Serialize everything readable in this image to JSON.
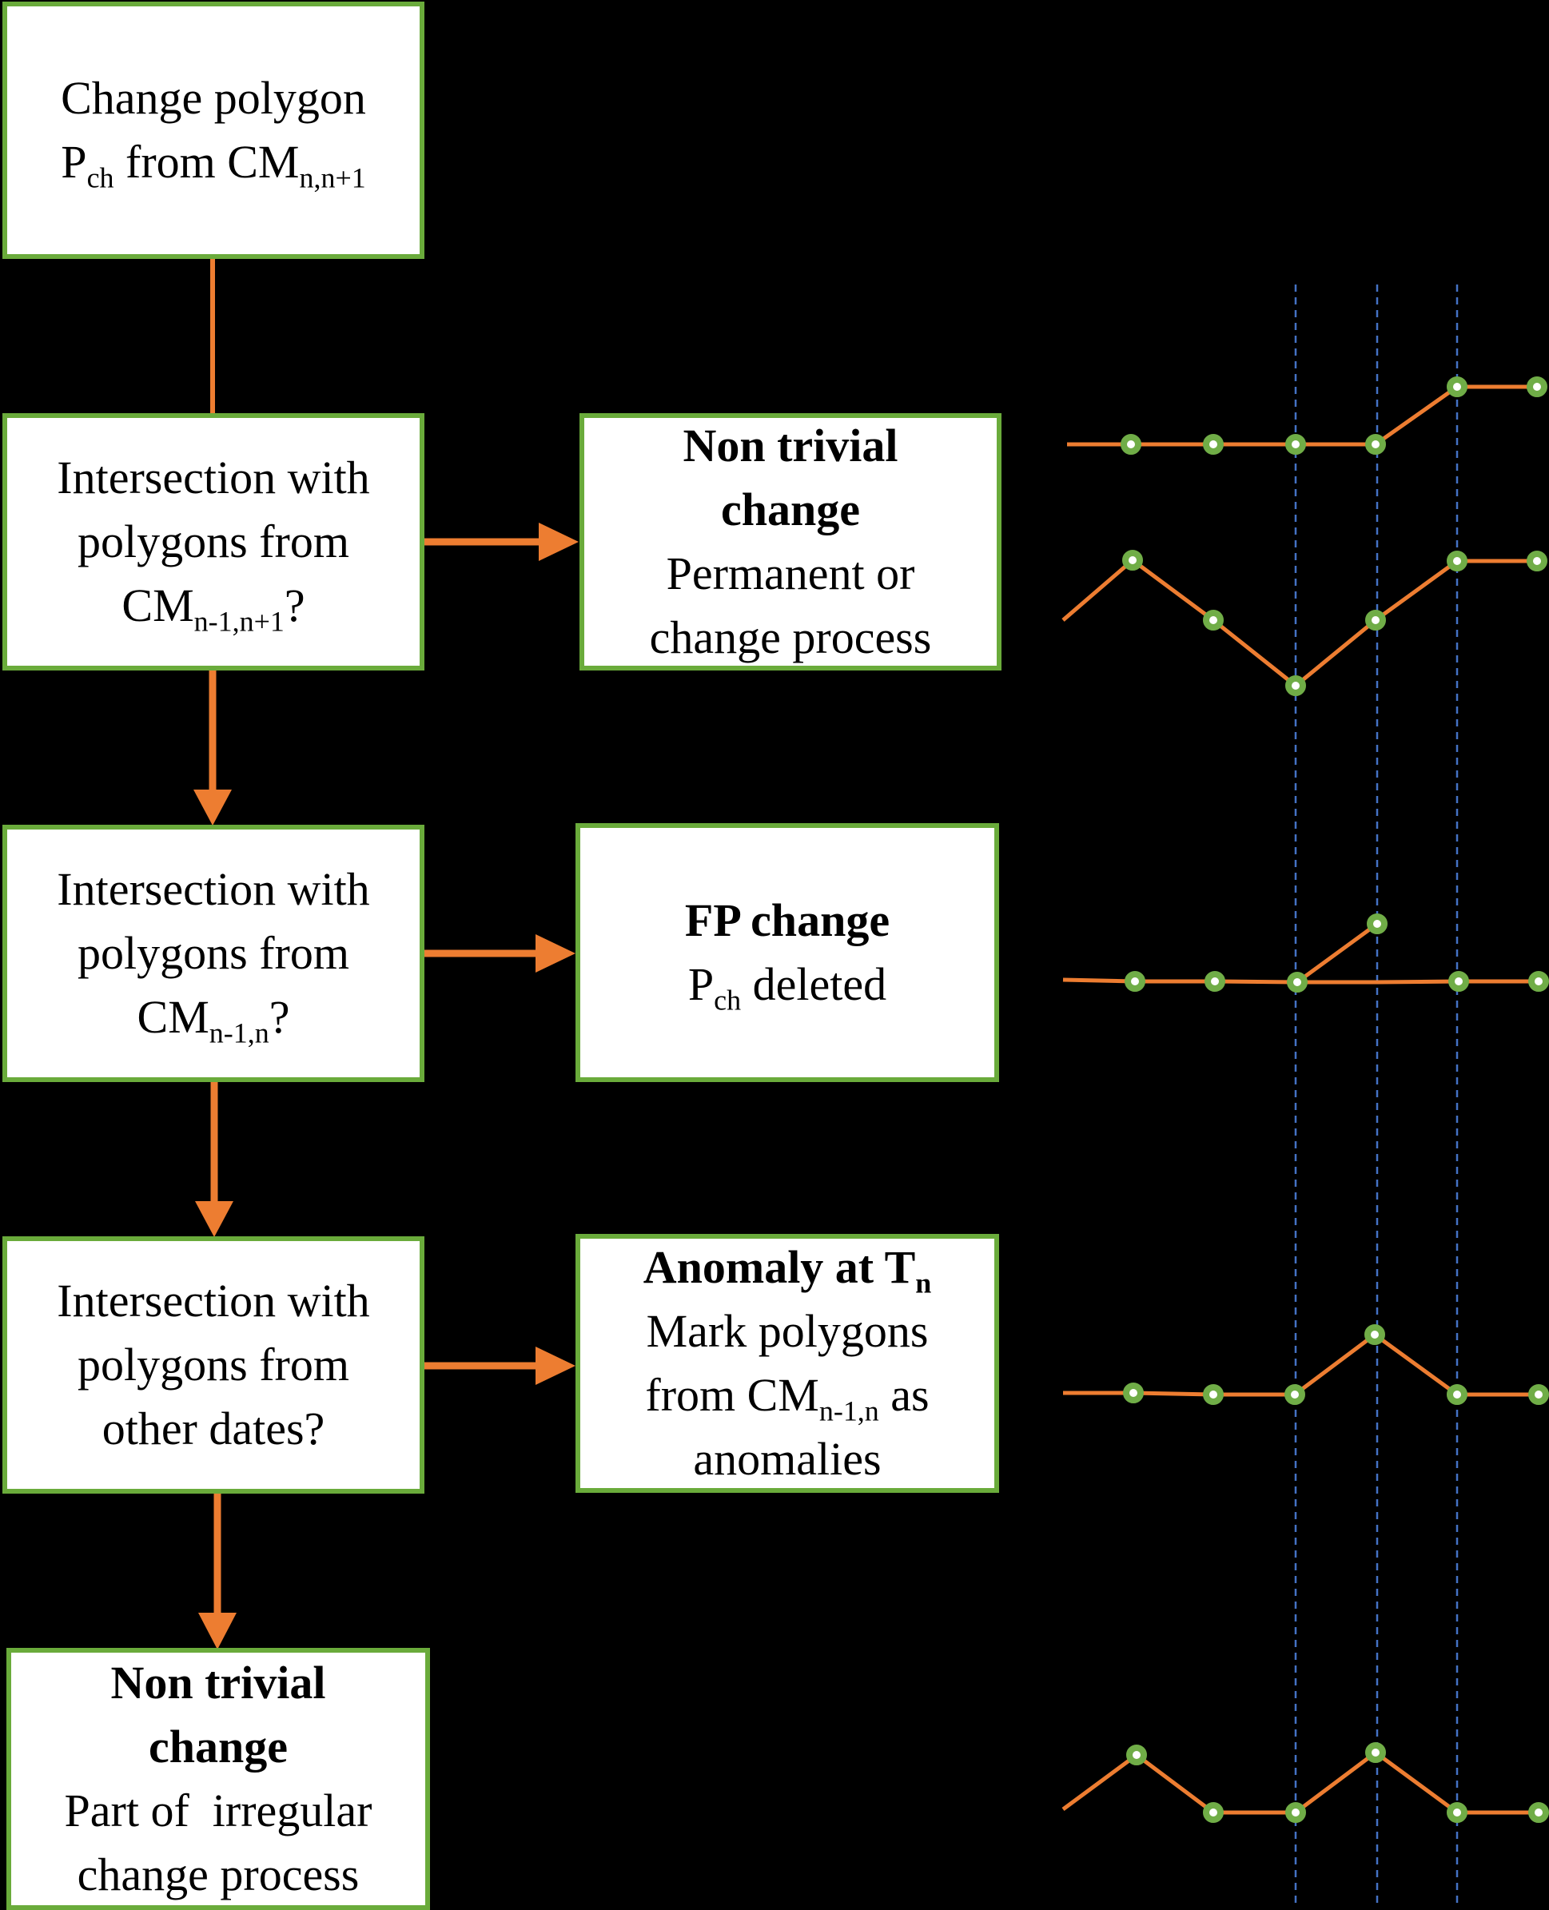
{
  "colors": {
    "background": "#000000",
    "box_fill": "#ffffff",
    "box_border": "#6aab3b",
    "arrow": "#ed7d31",
    "series_line": "#ed7d31",
    "marker": "#70ad47",
    "guide_line": "#4472c4"
  },
  "boxes": {
    "start": {
      "line1": "Change polygon",
      "line2_main": "P",
      "line2_sub": "ch",
      "line2_rest": " from CM",
      "line2_sub2": "n,n+1"
    },
    "q1": {
      "line1": "Intersection with",
      "line2": "polygons from",
      "line3_main": "CM",
      "line3_sub": "n-1,n+1",
      "line3_rest": "?"
    },
    "r1": {
      "title1": "Non trivial",
      "title2": "change",
      "line3": "Permanent or",
      "line4": "change process"
    },
    "q2": {
      "line1": "Intersection with",
      "line2": "polygons from",
      "line3_main": "CM",
      "line3_sub": "n-1,n",
      "line3_rest": "?"
    },
    "r2": {
      "title": "FP change",
      "line2_main": "P",
      "line2_sub": "ch",
      "line2_rest": " deleted"
    },
    "q3": {
      "line1": "Intersection with",
      "line2": "polygons from",
      "line3": "other dates?"
    },
    "r3": {
      "title_main": "Anomaly at T",
      "title_sub": "n",
      "line2": "Mark polygons",
      "line3_main": "from CM",
      "line3_sub": "n-1,n",
      "line3_rest": " as",
      "line4": "anomalies"
    },
    "end": {
      "title1": "Non trivial",
      "title2": "change",
      "line3": "Part of  irregular",
      "line4": "change process"
    }
  }
}
